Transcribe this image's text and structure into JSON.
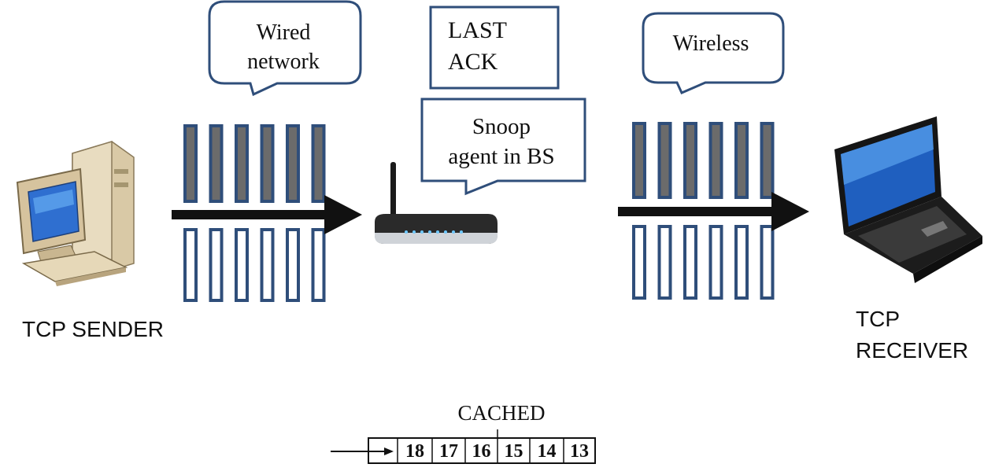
{
  "callouts": {
    "wired": [
      "Wired",
      "network"
    ],
    "last_ack": [
      "LAST",
      "ACK"
    ],
    "snoop": [
      "Snoop",
      "agent in BS"
    ],
    "wireless": [
      "Wireless"
    ]
  },
  "nodes": {
    "sender": "TCP SENDER",
    "receiver": [
      "TCP",
      "RECEIVER"
    ]
  },
  "cache": {
    "title": "CACHED",
    "cells": [
      "18",
      "17",
      "16",
      "15",
      "14",
      "13"
    ]
  },
  "colors": {
    "packet_fill": "#6b6b6b",
    "outline": "#2f4e7a",
    "arrow": "#111111"
  }
}
